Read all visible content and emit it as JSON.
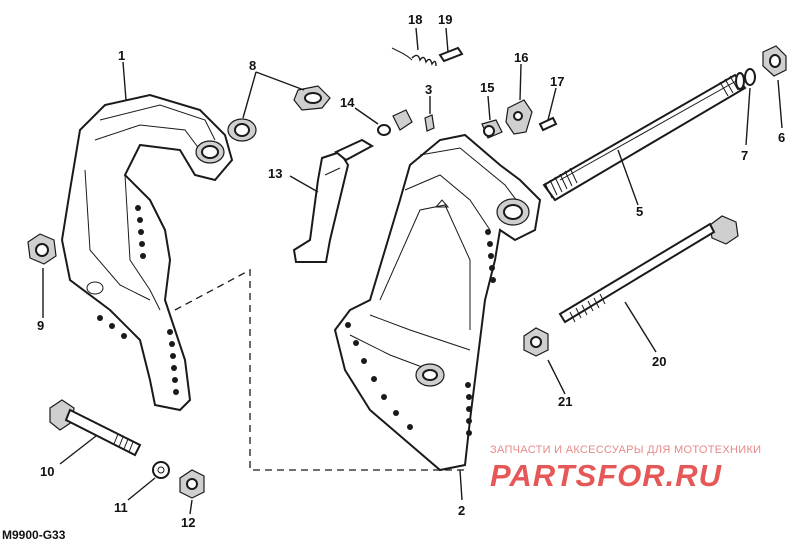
{
  "diagram": {
    "labels": {
      "p1": "1",
      "p2": "2",
      "p3": "3",
      "p5": "5",
      "p6": "6",
      "p7": "7",
      "p8": "8",
      "p9": "9",
      "p10": "10",
      "p11": "11",
      "p12": "12",
      "p13": "13",
      "p14": "14",
      "p15": "15",
      "p16": "16",
      "p17": "17",
      "p18": "18",
      "p19": "19",
      "p20": "20",
      "p21": "21"
    },
    "drawing_code": "M9900-G33"
  },
  "watermark": {
    "tagline": "ЗАПЧАСТИ И АКСЕССУАРЫ ДЛЯ МОТОТЕХНИКИ",
    "logo": "PARTSFOR.RU"
  }
}
